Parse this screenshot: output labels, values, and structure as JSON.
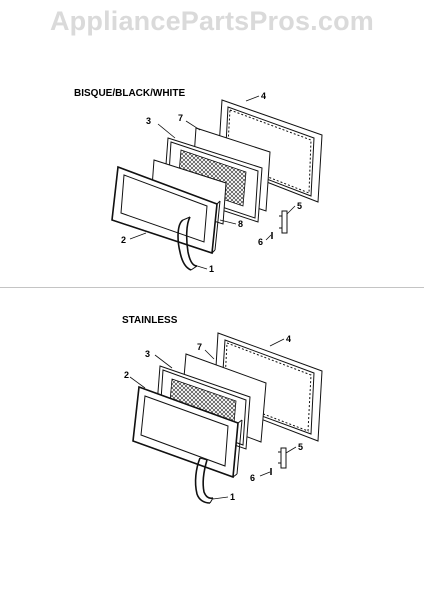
{
  "watermark": "AppliancePartsPros.com",
  "sections": [
    {
      "title": "BISQUE/BLACK/WHITE",
      "callouts": [
        "1",
        "2",
        "3",
        "4",
        "5",
        "6",
        "7",
        "8"
      ]
    },
    {
      "title": "STAINLESS",
      "callouts": [
        "1",
        "2",
        "3",
        "4",
        "5",
        "6",
        "7"
      ]
    }
  ]
}
